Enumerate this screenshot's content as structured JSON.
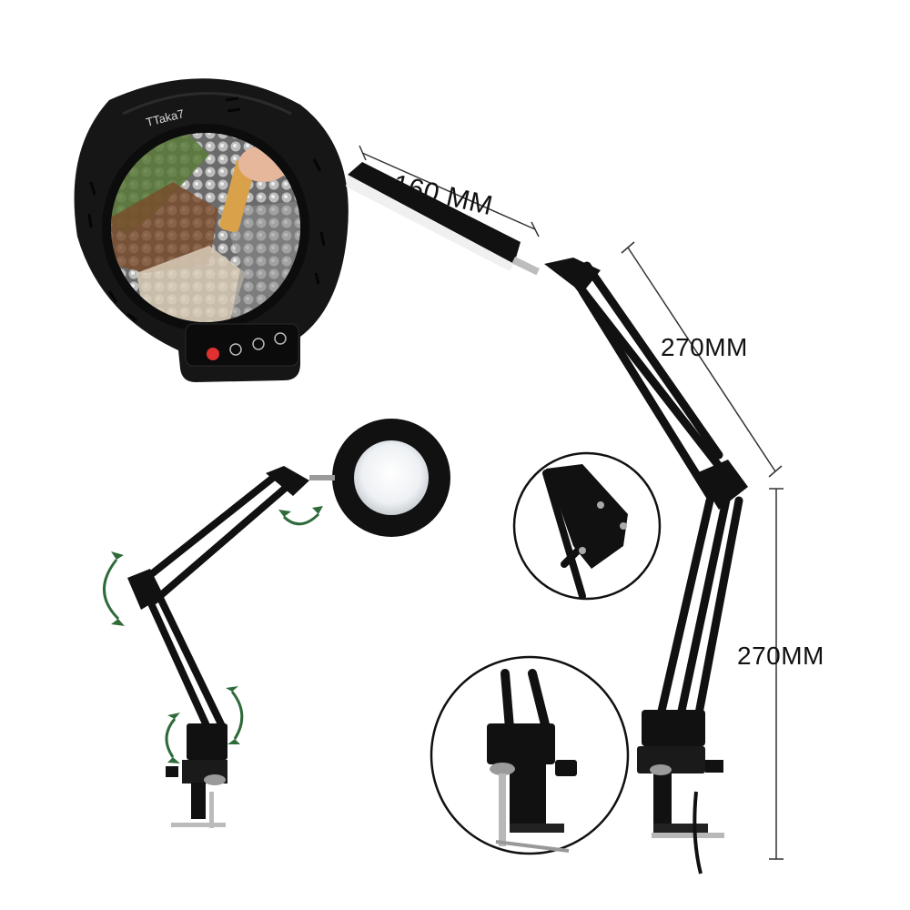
{
  "product": {
    "brand_label": "TTaka7"
  },
  "dimensions": {
    "head_width": "160 MM",
    "upper_arm": "270MM",
    "lower_arm": "270MM"
  },
  "colors": {
    "lamp_body": "#111111",
    "lens": "#eef2f5",
    "arrow_green": "#2f6b3a",
    "power_button": "#e03030",
    "dimension_line": "#333333"
  }
}
